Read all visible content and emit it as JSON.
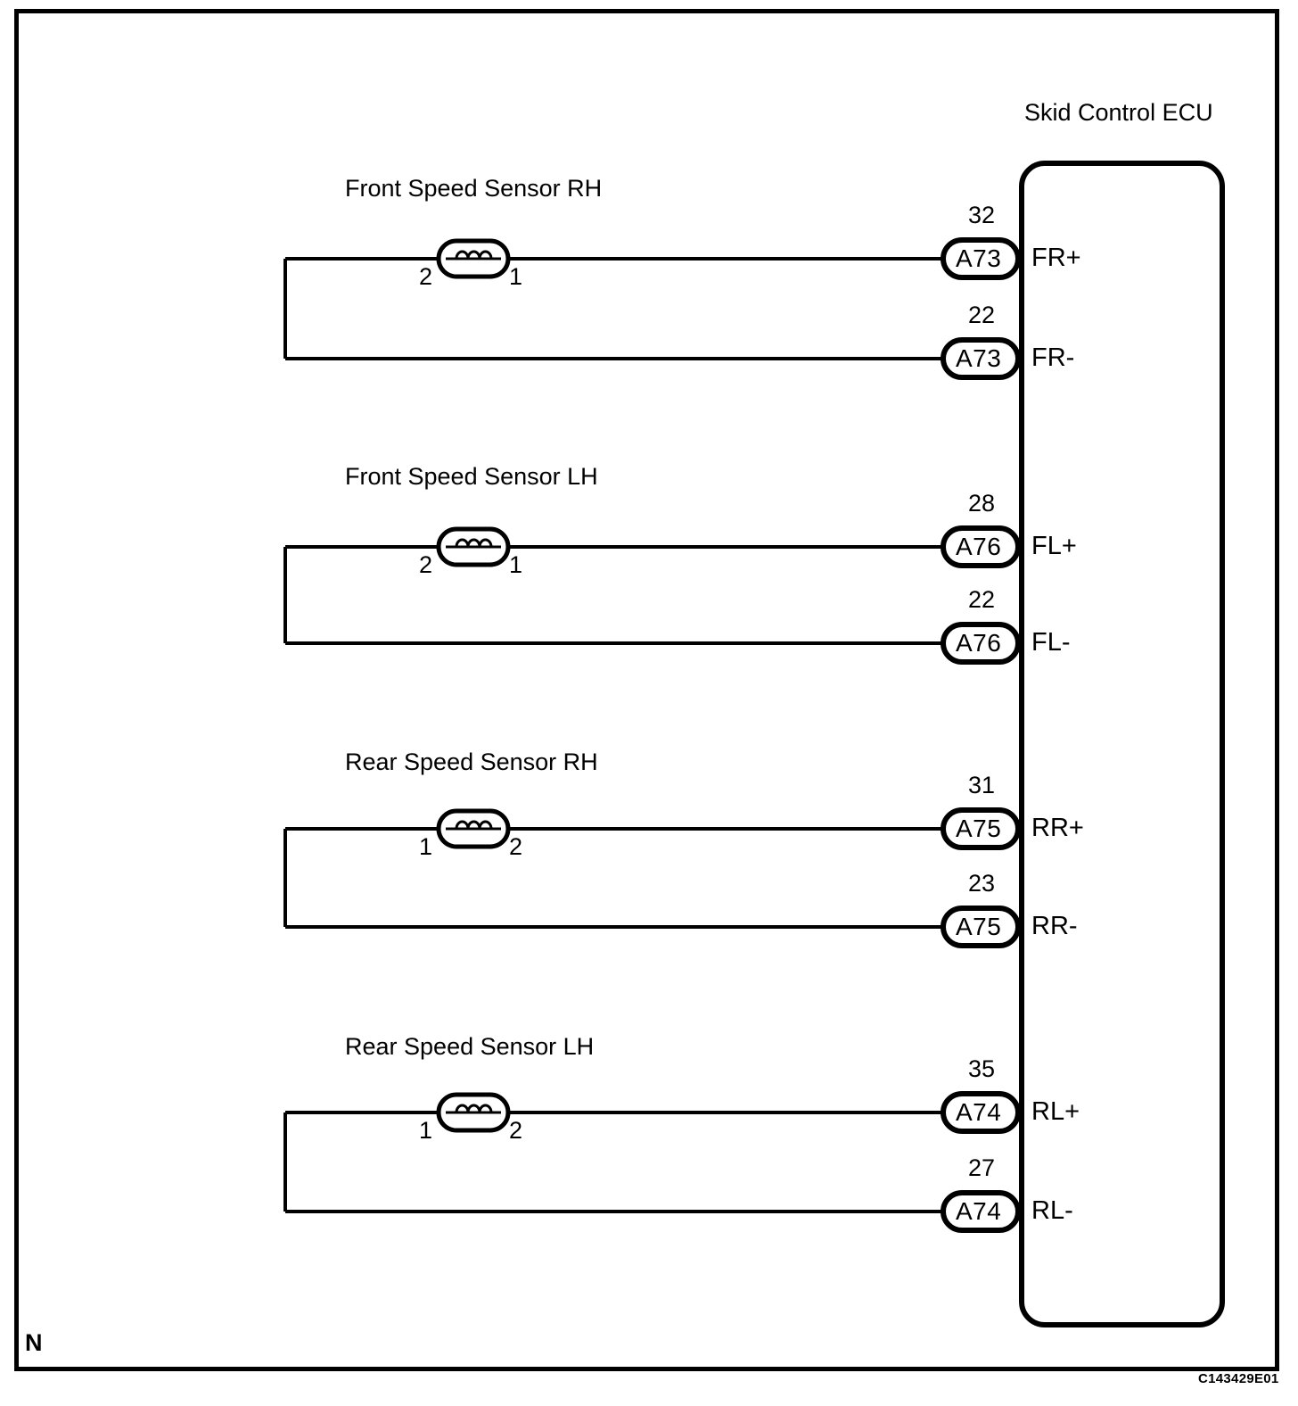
{
  "diagram": {
    "ecu_title": "Skid Control ECU",
    "corner_mark": "N",
    "ref_code": "C143429E01",
    "groups": [
      {
        "title": "Front Speed Sensor RH",
        "left_pin": "2",
        "right_pin": "1",
        "plus": {
          "pin_number": "32",
          "connector": "A73",
          "terminal": "FR+"
        },
        "minus": {
          "pin_number": "22",
          "connector": "A73",
          "terminal": "FR-"
        }
      },
      {
        "title": "Front Speed Sensor LH",
        "left_pin": "2",
        "right_pin": "1",
        "plus": {
          "pin_number": "28",
          "connector": "A76",
          "terminal": "FL+"
        },
        "minus": {
          "pin_number": "22",
          "connector": "A76",
          "terminal": "FL-"
        }
      },
      {
        "title": "Rear Speed Sensor RH",
        "left_pin": "1",
        "right_pin": "2",
        "plus": {
          "pin_number": "31",
          "connector": "A75",
          "terminal": "RR+"
        },
        "minus": {
          "pin_number": "23",
          "connector": "A75",
          "terminal": "RR-"
        }
      },
      {
        "title": "Rear Speed Sensor LH",
        "left_pin": "1",
        "right_pin": "2",
        "plus": {
          "pin_number": "35",
          "connector": "A74",
          "terminal": "RL+"
        },
        "minus": {
          "pin_number": "27",
          "connector": "A74",
          "terminal": "RL-"
        }
      }
    ],
    "colors": {
      "line": "#000000",
      "background": "#ffffff"
    }
  }
}
